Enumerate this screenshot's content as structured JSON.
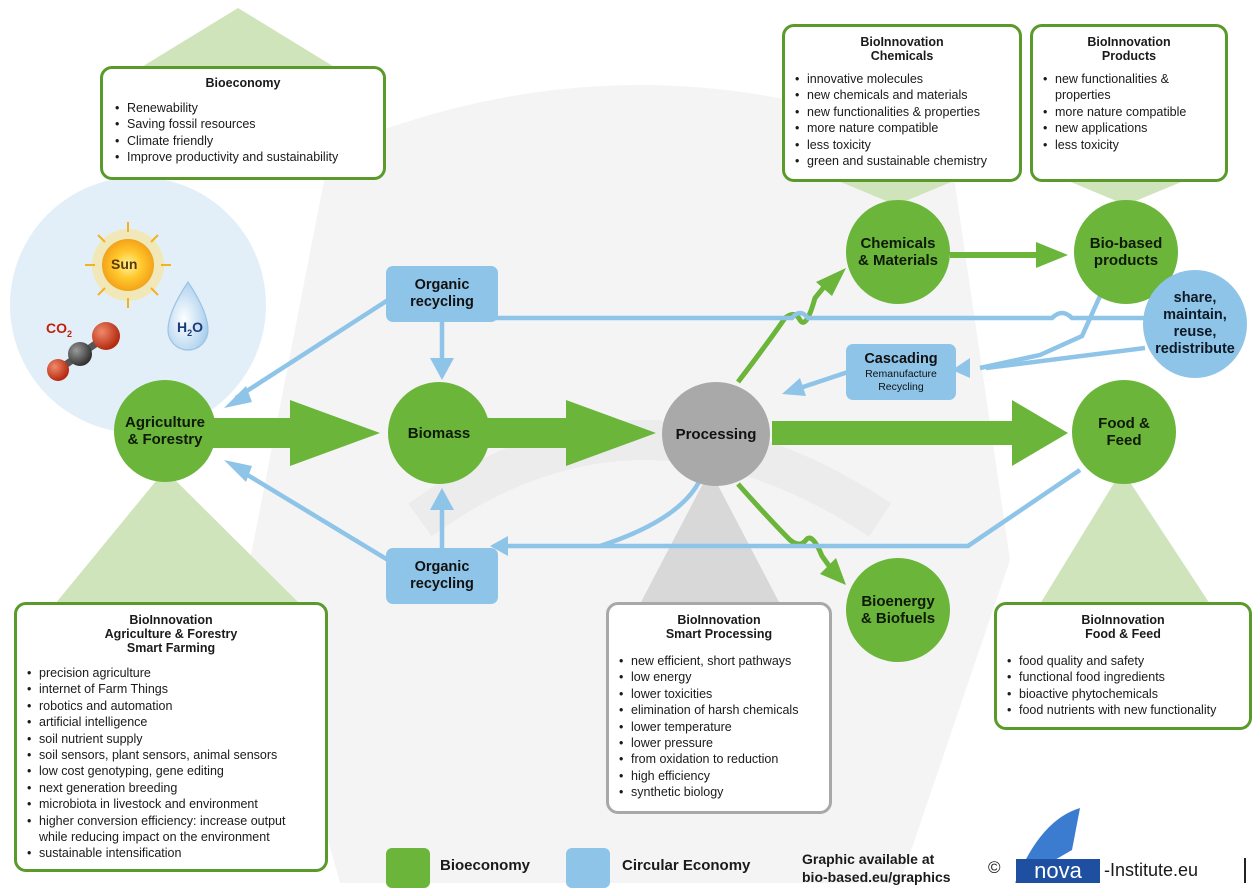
{
  "nodes": {
    "agriculture": "Agriculture\n& Forestry",
    "biomass": "Biomass",
    "processing": "Processing",
    "chemicals": "Chemicals\n& Materials",
    "biobased": "Bio-based\nproducts",
    "food": "Food &\nFeed",
    "bioenergy": "Bioenergy\n& Biofuels",
    "share": "share,\nmaintain,\nreuse,\nredistribute"
  },
  "recycling_top": "Organic\nrecycling",
  "recycling_bottom": "Organic\nrecycling",
  "cascading": {
    "title": "Cascading",
    "sub": "Remanufacture\nRecycling"
  },
  "sun": "Sun",
  "co2": {
    "main": "CO",
    "sub": "2"
  },
  "h2o": {
    "main": "H",
    "sub": "2",
    "tail": "O"
  },
  "boxes": {
    "bioeconomy": {
      "title": "Bioeconomy",
      "items": [
        "Renewability",
        "Saving fossil resources",
        "Climate friendly",
        "Improve productivity and sustainability"
      ]
    },
    "chemicals": {
      "title": "BioInnovation\nChemicals",
      "items": [
        "innovative molecules",
        "new chemicals and materials",
        "new functionalities & properties",
        "more nature compatible",
        "less toxicity",
        "green and sustainable chemistry"
      ]
    },
    "products": {
      "title": "BioInnovation\nProducts",
      "items": [
        "new functionalities & properties",
        "more nature compatible",
        "new applications",
        "less toxicity"
      ]
    },
    "agriculture": {
      "title": "BioInnovation\nAgriculture & Forestry\nSmart Farming",
      "items": [
        "precision agriculture",
        "internet of Farm Things",
        "robotics and automation",
        "artificial intelligence",
        "soil nutrient supply",
        "soil sensors, plant sensors, animal sensors",
        "low cost genotyping, gene editing",
        "next generation breeding",
        "microbiota in livestock and environment",
        "higher conversion efficiency: increase output while reducing impact on the environment",
        "sustainable intensification"
      ]
    },
    "processing": {
      "title": "BioInnovation\nSmart Processing",
      "items": [
        "new efficient, short pathways",
        "low energy",
        "lower toxicities",
        "elimination of harsh chemicals",
        "lower temperature",
        "lower pressure",
        "from oxidation to reduction",
        "high efficiency",
        "synthetic biology"
      ]
    },
    "food": {
      "title": "BioInnovation\nFood & Feed",
      "items": [
        "food quality and safety",
        "functional food ingredients",
        "bioactive phytochemicals",
        "food nutrients with new functionality"
      ]
    }
  },
  "legend": {
    "bioeconomy": "Bioeconomy",
    "circular": "Circular Economy",
    "graphic_line1": "Graphic available at",
    "graphic_line2": "bio-based.eu/graphics",
    "copyright": "©",
    "logo": "nova",
    "institute": "-Institute.eu"
  },
  "colors": {
    "green": "#6ab53a",
    "blue": "#8ec4e8",
    "grey": "#a9a9a9",
    "box_border": "#5a9a2a"
  }
}
